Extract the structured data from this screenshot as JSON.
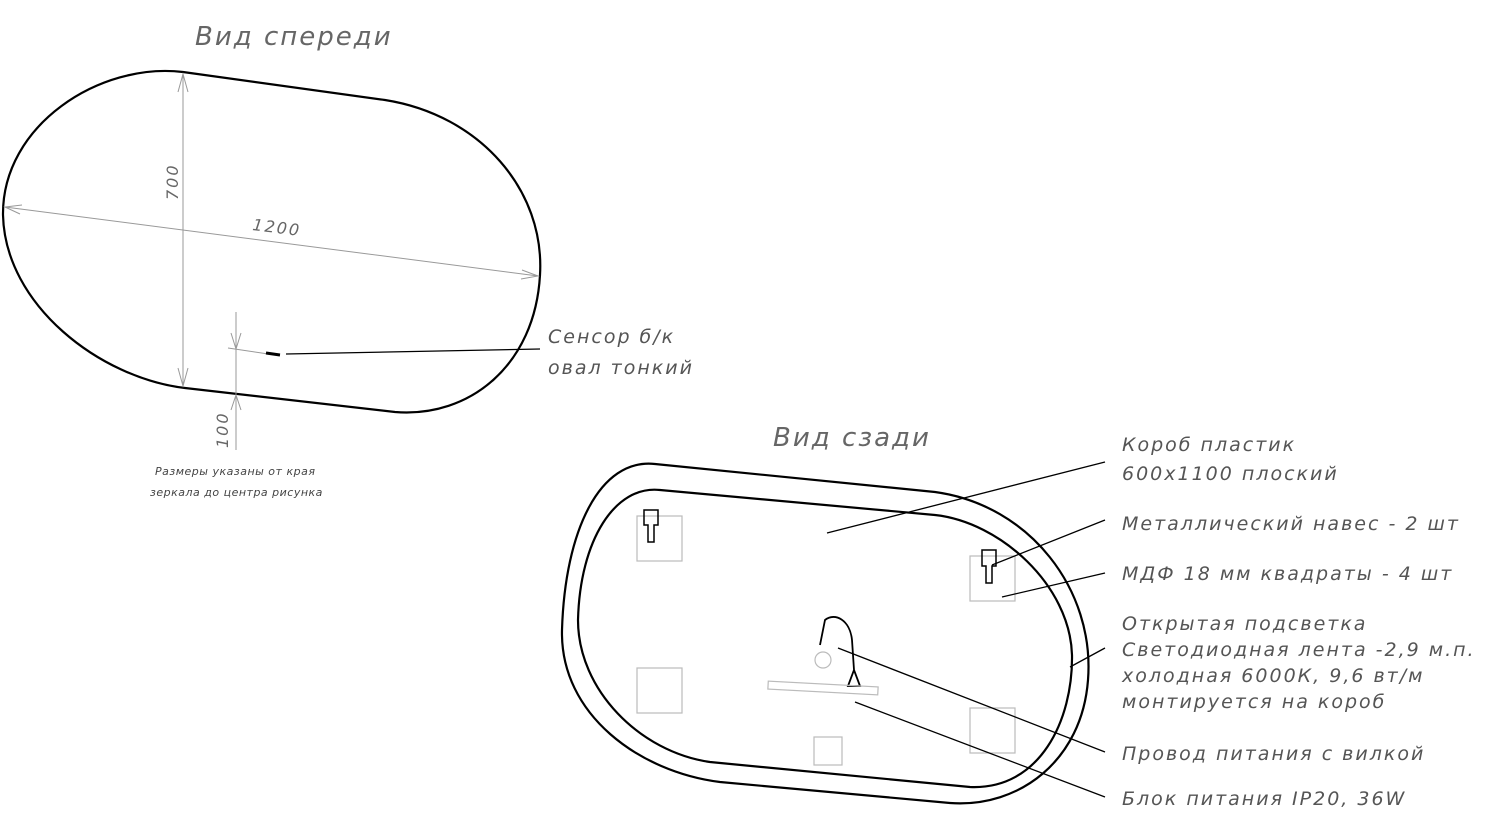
{
  "front_view": {
    "title": "Вид спереди",
    "dim_height": "700",
    "dim_width": "1200",
    "dim_sensor_offset": "100",
    "sensor_label_line1": "Сенсор б/к",
    "sensor_label_line2": "овал тонкий",
    "note_line1": "Размеры указаны от края",
    "note_line2": "зеркала до центра рисунка"
  },
  "back_view": {
    "title": "Вид сзади",
    "callouts": [
      {
        "lines": [
          "Короб пластик",
          "600x1100 плоский"
        ]
      },
      {
        "lines": [
          "Металлический навес - 2 шт"
        ]
      },
      {
        "lines": [
          "МДФ 18 мм квадраты - 4 шт"
        ]
      },
      {
        "lines": [
          "Открытая подсветка",
          "Светодиодная лента -2,9 м.п.",
          "холодная 6000К, 9,6 вт/м",
          "монтируется на короб"
        ]
      },
      {
        "lines": [
          "Провод питания с вилкой"
        ]
      },
      {
        "lines": [
          "Блок питания IP20, 36W"
        ]
      }
    ]
  }
}
